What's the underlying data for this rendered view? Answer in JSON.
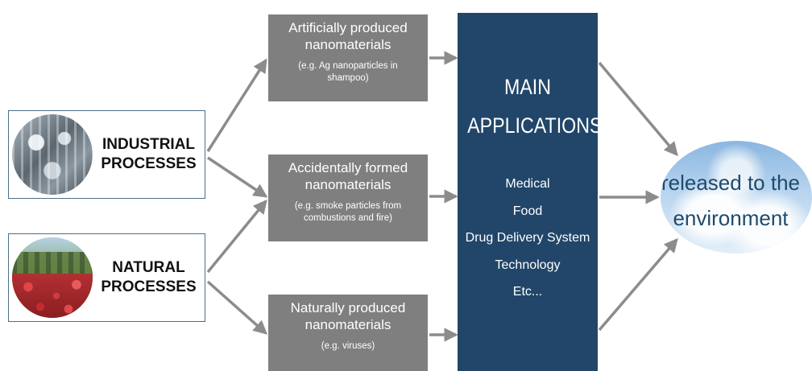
{
  "sources": {
    "industrial": {
      "line1": "INDUSTRIAL",
      "line2": "PROCESSES"
    },
    "natural": {
      "line1": "NATURAL",
      "line2": "PROCESSES"
    }
  },
  "nanomaterials": {
    "artificial": {
      "line1": "Artificially produced",
      "line2": "nanomaterials",
      "note1": "(e.g. Ag nanoparticles in",
      "note2": "shampoo)"
    },
    "accidental": {
      "line1": "Accidentally formed",
      "line2": "nanomaterials",
      "note1": "(e.g. smoke particles from",
      "note2": "combustions and fire)"
    },
    "natural": {
      "line1": "Naturally produced",
      "line2": "nanomaterials",
      "note1": "(e.g. viruses)"
    }
  },
  "applications": {
    "title1": "MAIN",
    "title2": "APPLICATIONS",
    "items": [
      "Medical",
      "Food",
      "Drug Delivery System",
      "Technology",
      "Etc..."
    ]
  },
  "environment": {
    "line1": "released to the",
    "line2": "environment"
  },
  "colors": {
    "nano_box": "#7f7f7f",
    "applications_box": "#214669",
    "arrow": "#8c8c8c",
    "source_border": "#4d6f8a",
    "environment_text": "#1f4a6b"
  }
}
